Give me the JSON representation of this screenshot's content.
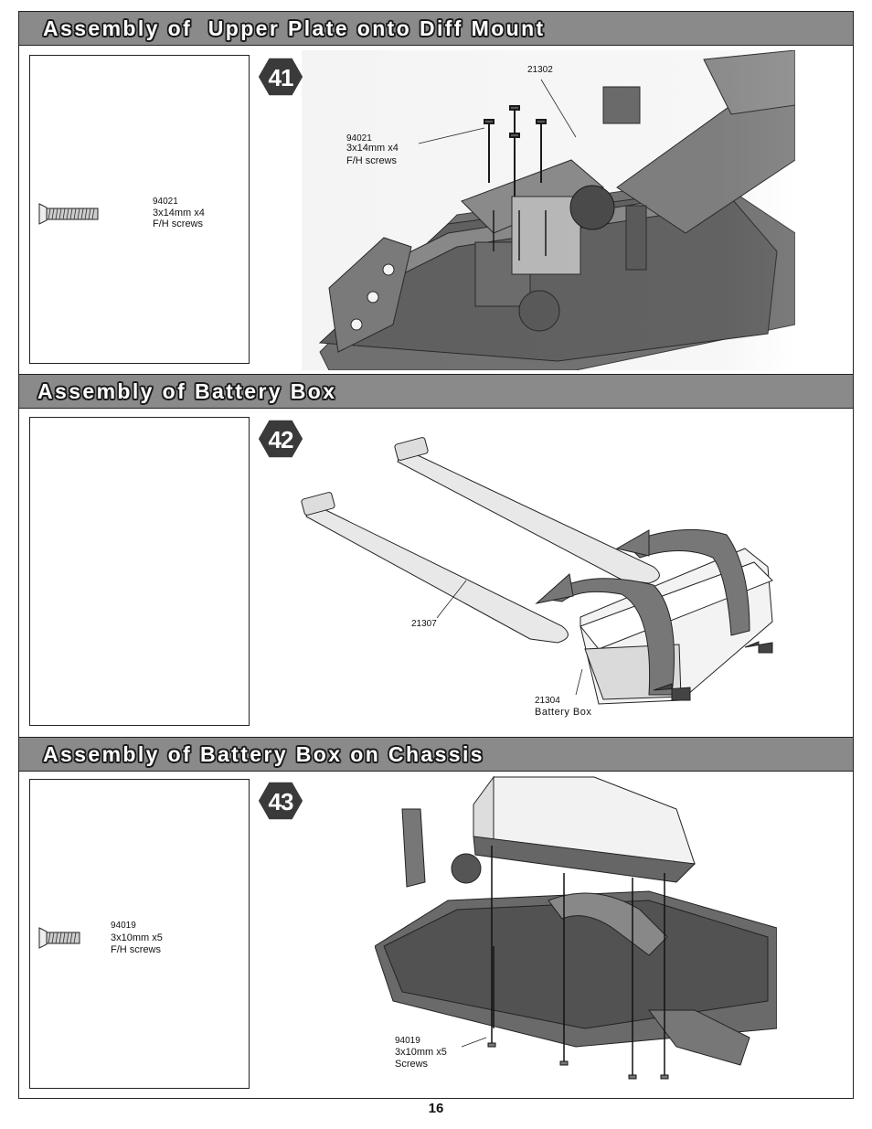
{
  "sections": [
    {
      "title": "Assembly of  Upper Plate onto Diff Mount",
      "step": "41",
      "parts": {
        "code": "94021",
        "size": "3x14mm x4",
        "desc": "F/H screws"
      },
      "callouts": {
        "plate": "21302",
        "screw_code": "94021",
        "screw_size": "3x14mm x4",
        "screw_desc": "F/H screws"
      }
    },
    {
      "title": "Assembly of Battery Box",
      "step": "42",
      "callouts": {
        "strap": "21307",
        "box_code": "21304",
        "box_name": "Battery Box"
      }
    },
    {
      "title": "Assembly of Battery Box on Chassis",
      "step": "43",
      "parts": {
        "code": "94019",
        "size": "3x10mm x5",
        "desc": "F/H screws"
      },
      "callouts": {
        "screw_code": "94019",
        "screw_size": "3x10mm x5",
        "screw_desc": "Screws"
      }
    }
  ],
  "page_number": "16",
  "colors": {
    "header_bg": "#8a8a8a",
    "step_badge": "#3a3a3a",
    "line": "#222222"
  }
}
